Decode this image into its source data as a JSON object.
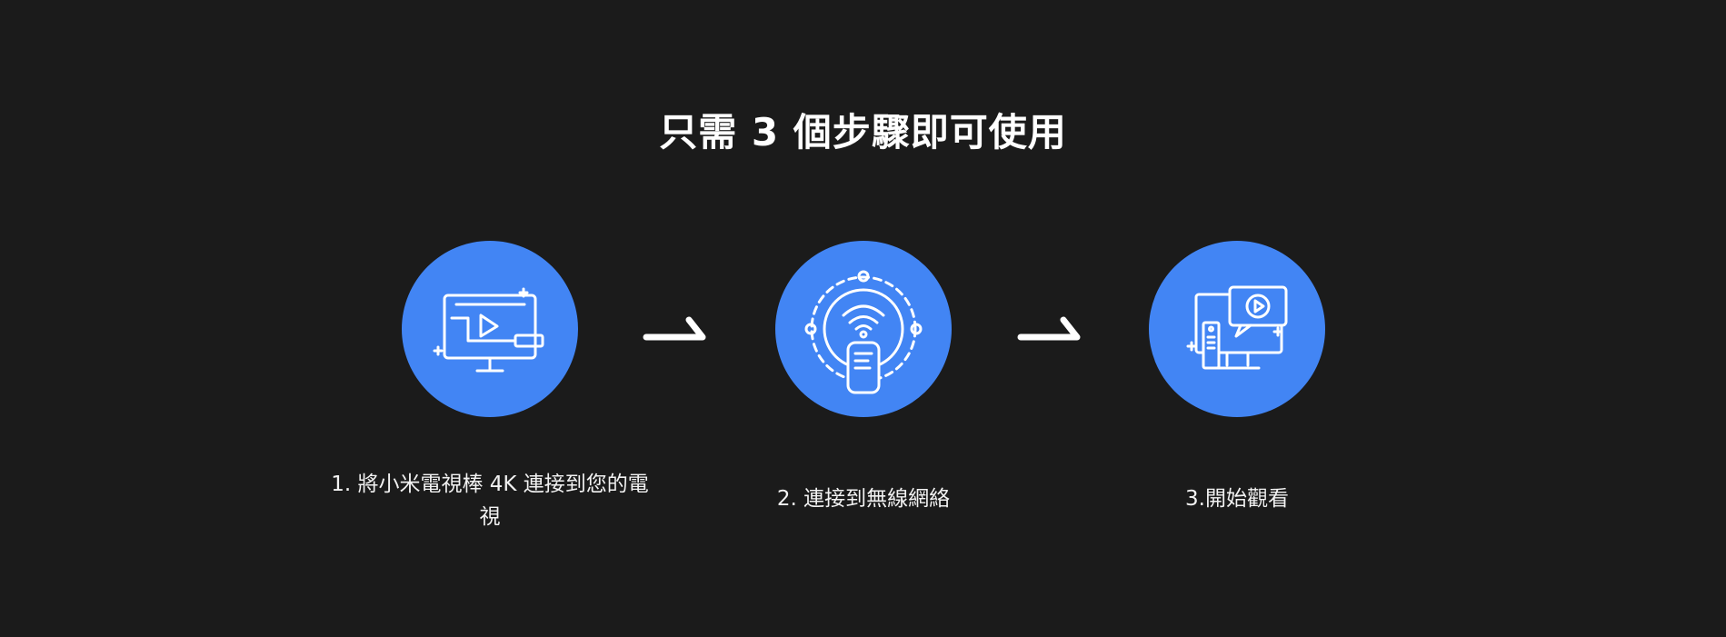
{
  "heading": "只需 3 個步驟即可使用",
  "steps": [
    {
      "label": "1. 將小米電視棒 4K 連接到您的電視",
      "icon": "tv-stick-connect-icon"
    },
    {
      "label": "2. 連接到無線網絡",
      "icon": "wifi-remote-icon"
    },
    {
      "label": "3.開始觀看",
      "icon": "tv-watch-icon"
    }
  ],
  "connectors": [
    "arrow-right-icon",
    "arrow-right-icon"
  ],
  "colors": {
    "background": "#1b1b1b",
    "accent": "#4285f4",
    "text": "#ffffff"
  }
}
